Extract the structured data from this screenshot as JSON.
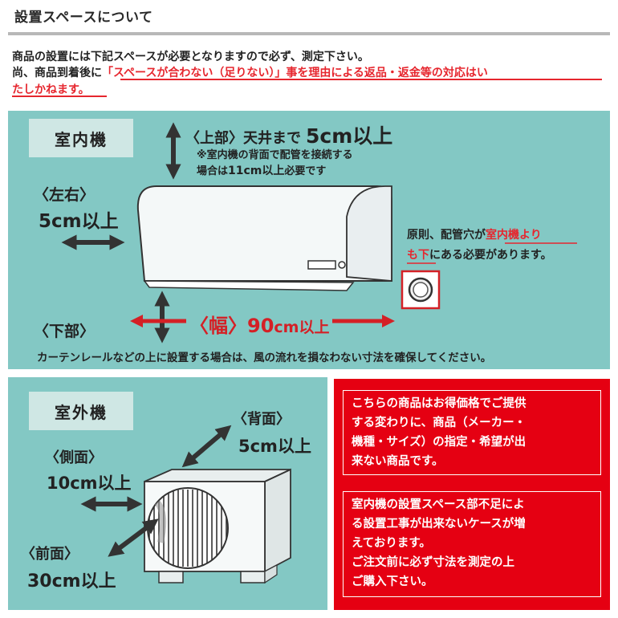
{
  "header": {
    "title": "設置スペースについて"
  },
  "intro": {
    "line1": "商品の設置には下記スペースが必要となりますので必ず、測定下さい。",
    "line2_prefix": "尚、商品到着後に",
    "line2_red": "「スペースが合わない（足りない）」事を理由による返品・返金等の対応はい",
    "line3_red": "たしかねます。"
  },
  "indoor": {
    "tag": "室内機",
    "top_label": "〈上部〉天井まで",
    "top_value": "5cm以上",
    "top_note1": "※室内機の背面で配管を接続する",
    "top_note2_a": "場合は",
    "top_note2_b": "11cm以上",
    "top_note2_c": "必要です",
    "side_label": "〈左右〉",
    "side_value": "5cm以上",
    "bottom_label": "〈下部〉",
    "width_label": "〈幅〉90",
    "width_unit": "cm以上",
    "pipe_note1_a": "原則、配管穴が",
    "pipe_note1_b": "室内機より",
    "pipe_note2_a": "も下",
    "pipe_note2_b": "にある必要があります。",
    "curtain_note": "カーテンレールなどの上に設置する場合は、風の流れを損なわない寸法を確保してください。"
  },
  "outdoor": {
    "tag": "室外機",
    "back_label": "〈背面〉",
    "back_value": "5cm以上",
    "side_label": "〈側面〉",
    "side_value": "10cm以上",
    "front_label": "〈前面〉",
    "front_value": "30cm以上"
  },
  "notice": {
    "box1": [
      "こちらの商品はお得価格でご提供",
      "する変わりに、商品（メーカー・",
      "機種・サイズ）の指定・希望が出",
      "来ない商品です。"
    ],
    "box2": [
      "室内機の設置スペース部不足によ",
      "る設置工事が出来ないケースが増",
      "えております。",
      "ご注文前に必ず寸法を測定の上",
      "ご購入下さい。"
    ]
  },
  "colors": {
    "teal": "#83c8c4",
    "tag_bg": "#cfe7e4",
    "red": "#e50012",
    "text_red": "#e6262e",
    "arrow": "#333333"
  }
}
